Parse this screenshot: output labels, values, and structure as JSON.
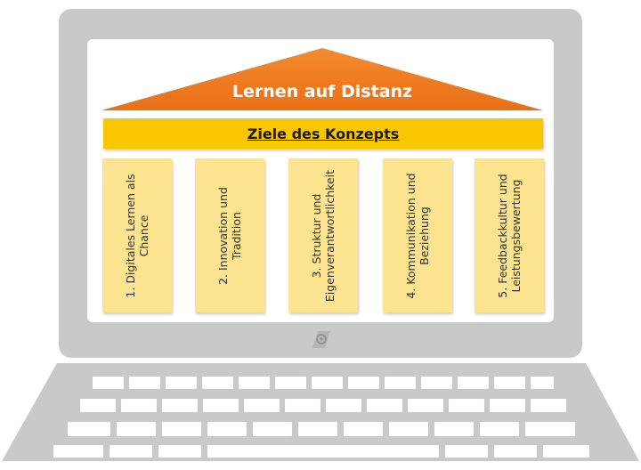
{
  "diagram": {
    "roof_title": "Lernen auf Distanz",
    "banner_title": "Ziele des Konzepts",
    "pillars": [
      "1. Digitales Lernen als\nChance",
      "2. Innovation und\nTradition",
      "3. Struktur und\nEigenverantwortlichkeit",
      "4. Kommunikation und\nBeziehung",
      "5. Feedbackkultur und\nLeistungsbewertung"
    ]
  },
  "colors": {
    "roof": "#f07d22",
    "banner": "#fac600",
    "pillar": "#fbe38f",
    "laptop": "#c9c9c9"
  },
  "icons": {
    "lid_logo": "home-logo-icon"
  }
}
